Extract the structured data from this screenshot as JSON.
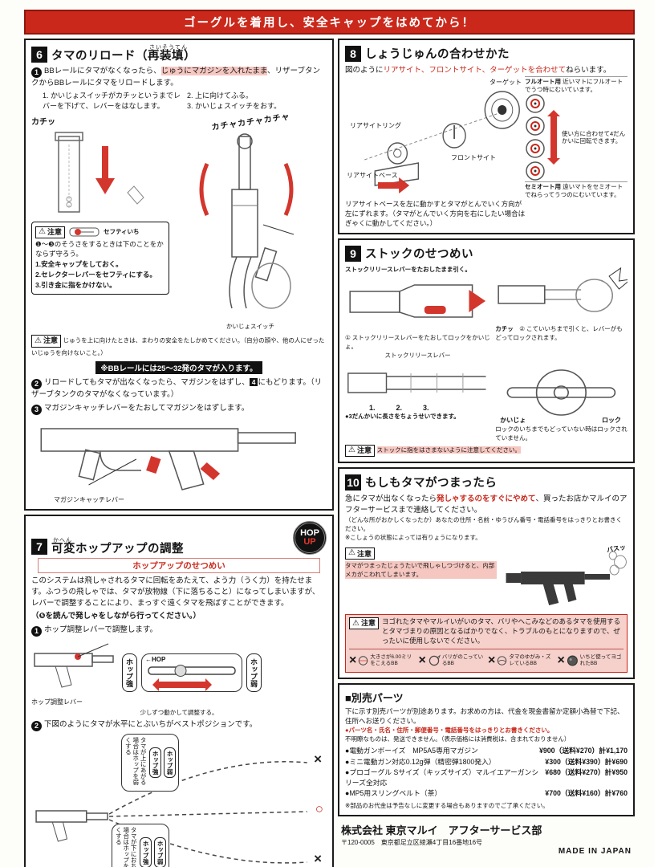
{
  "banner": "ゴーグルを着用し、安全キャップをはめてから！",
  "labels": {
    "caution": "注意"
  },
  "s6": {
    "num": "6",
    "furigana": "さいそうてん",
    "title": "タマのリロード（再装填）",
    "n1": "1",
    "n2": "2",
    "n3": "3",
    "step1_pre": "BBレールにタマがなくなったら、",
    "step1_hl": "じゅうにマガジンを入れたまま",
    "step1_post": "、リザーブタンクからBBレールにタマをリロードします。",
    "sub1": "1. かいじょスイッチがカチッというまでレバーを下げて、レバーをはなします。",
    "sub2": "2. 上に向けてふる。",
    "sub3": "3. かいじょスイッチをおす。",
    "sfx1": "カチッ",
    "sfx2": "カチャカチャカチャ",
    "label_safety": "セフティいち",
    "c1_intro": "❶～❸のそうさをするときは下のことをかならず守ろう。",
    "c1_1": "1.安全キャップをしておく。",
    "c1_2": "2.セレクターレバーをセフティにする。",
    "c1_3": "3.引き金に指をかけない。",
    "label_switch": "かいじょスイッチ",
    "c2_text": "じゅうを上に向けたときは、まわりの安全をたしかめてください。（自分の顔や、他の人にぜったいじゅうを向けないこと。）",
    "note_bb": "※BBレールには25～32発のタマが入ります。",
    "step2_pre": "リロードしてもタマが出なくなったら、マガジンをはずし、",
    "step2_num": "4",
    "step2_post": "にもどります。（リザーブタンクのタマがなくなっています。）",
    "step3": "マガジンキャッチレバーをたおしてマガジンをはずします。",
    "label_magcatch": "マガジンキャッチレバー"
  },
  "s7": {
    "num": "7",
    "furigana": "かへん",
    "title": "可変ホップアップの調整",
    "badge1": "HOP",
    "badge2": "UP",
    "subtitle": "ホップアップのせつめい",
    "body": "このシステムは飛しゃされるタマに回転をあたえて、よう力（うく力）を持たせます。ふつうの飛しゃでは、タマが放物線（下に落ちること）になってしまいますが、レバーで調整することにより、まっすぐ遠くタマを飛ばすことができます。",
    "note": "（❺を読んで発しゃをしながら行ってください。）",
    "n1": "1",
    "n2": "2",
    "step1": "ホップ調整レバーで調整します。",
    "hop_strong": "ホップ強",
    "hop_weak": "ホップ弱",
    "hop_label": "←HOP",
    "adjust_note": "少しずつ動かして調整する。",
    "lever_label": "ホップ調整レバー",
    "step2": "下図のようにタマが水平にとぶいちがベストポジションです。",
    "up_note": "タマが上にあがる場合はホップを弱くする",
    "down_note": "タマが下におちる場合はホップを強くする",
    "mark_x": "×",
    "mark_o": "○"
  },
  "s8": {
    "num": "8",
    "title": "しょうじゅんの合わせかた",
    "intro_pre": "図のように",
    "intro_hl": "リアサイト、フロントサイト、ターゲットを合わせて",
    "intro_post": "ねらいます。",
    "label_target": "ターゲット",
    "label_rearring": "リアサイトリング",
    "label_rearbase": "リアサイトベース",
    "label_front": "フロントサイト",
    "full_title": "フルオート用",
    "full_text": "近いマトにフルオートでうつ時にむいています。",
    "mid_text": "使い方に合わせて4だんかいに回転できます。",
    "semi_title": "セミオート用",
    "semi_text": "遠いマトをセミオートでねらってうつのにむいています。",
    "bottom": "リアサイトベースを左に動かすとタマがとんでいく方向が左にずれます。（タマがとんでいく方向を右にしたい場合はぎゃくに動かしてください。）"
  },
  "s9": {
    "num": "9",
    "title": "ストックのせつめい",
    "top_note": "ストックリリースレバーをたおしたまま引く。",
    "step1": "① ストックリリースレバーをたおしてロックをかいじょ。",
    "lever_label": "ストックリリースレバー",
    "step2": "② こていいちまで引くと、レバーがもどってロックされます。",
    "sfx": "カチッ",
    "pos1": "1.",
    "pos2": "2.",
    "pos3": "3.",
    "len_note": "●3だんかいに長さをちょうせいできます。",
    "label_release": "かいじょ",
    "label_lock": "ロック",
    "lock_note": "ロックのいちまでもどっていない時はロックされていません。",
    "caution": "ストックに指をはさまないように注意してください。"
  },
  "s10": {
    "num": "10",
    "title": "もしもタマがつまったら",
    "p1_pre": "急にタマが出なくなったら",
    "p1_hl": "発しゃするのをすぐにやめて",
    "p1_post": "、買ったお店かマルイのアフターサービスまで連絡してください。",
    "p2": "（どんな所がおかしくなったか）あなたの住所・名前・ゆうびん番号・電話番号をはっきりとお書きください。",
    "p3": "※こしょうの状態によっては有りょうになります。",
    "c1": "タマがつまったじょうたいで飛しゃしつづけると、内部メカがこわれてしまいます。",
    "sfx": "バスッ",
    "c2": "ヨゴれたタマやマルイいがいのタマ、バリやへこみなどのあるタマを使用するとタマづまりの原因となるばかりでなく、トラブルのもとになりますので、ぜったいに使用しないでください。",
    "bads": [
      {
        "mark": "×",
        "label": "大きさが6.00ミリをこえるBB"
      },
      {
        "mark": "×",
        "label": "バリがのこっているBB"
      },
      {
        "mark": "×",
        "label": "タマのゆがみ・ズレているBB"
      },
      {
        "mark": "×",
        "label": "いちど使ってヨゴれたBB"
      }
    ]
  },
  "parts": {
    "title": "■別売パーツ",
    "intro": "下に示す別売パーツが別途あります。お求めの方は、代金を現金書留か定額小為替で下記、住所へお送りください。",
    "red_note": "●パーツ名・氏名・住所・郵便番号・電話番号をはっきりとお書きください。",
    "note2": "不明瞭なものは、発送できません。（表示価格には消費税は、含まれておりません）",
    "items": [
      {
        "name": "●電動ガンボーイズ　MP5A5専用マガジン",
        "price": "¥900（送料¥270）計¥1,170"
      },
      {
        "name": "●ミニ電動ガン対応0.12g弾（精密弾1800発入）",
        "price": "¥300（送料¥390）計¥690"
      },
      {
        "name": "●プロゴーグル Sサイズ（キッズサイズ）マルイエアーガンシリーズ全対応",
        "price": "¥680（送料¥270）計¥950"
      },
      {
        "name": "●MP5用スリングベルト（茶）",
        "price": "¥700（送料¥160）計¥760"
      }
    ],
    "footnote": "※部品のお代金は予告なしに変更する場合もありますのでご了承ください。"
  },
  "footer": {
    "company": "株式会社 東京マルイ　アフターサービス部",
    "address": "〒120-0005　東京都足立区綾瀬4丁目16番地16号",
    "made": "MADE IN JAPAN"
  }
}
